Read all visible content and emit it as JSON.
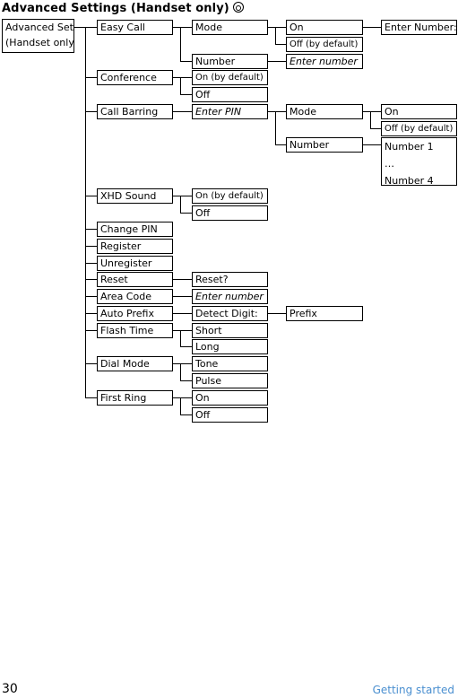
{
  "header": {
    "title": "Advanced Settings (Handset only)",
    "icon": "settings-icon"
  },
  "root": {
    "line1": "Advanced Set",
    "line2": "(Handset only)"
  },
  "easy_call": {
    "label": "Easy Call",
    "mode": "Mode",
    "on": "On",
    "enter_number_prompt": "Enter Number:",
    "off_default": "Off (by default)",
    "number": "Number",
    "enter_number": "Enter number"
  },
  "conference": {
    "label": "Conference",
    "on_default": "On (by default)",
    "off": "Off"
  },
  "call_barring": {
    "label": "Call Barring",
    "enter_pin": "Enter PIN",
    "mode": "Mode",
    "on": "On",
    "off_default": "Off (by default)",
    "number": "Number",
    "number1": "Number 1",
    "ellipsis": "…",
    "number4": "Number 4"
  },
  "xhd_sound": {
    "label": "XHD Sound",
    "on_default": "On (by default)",
    "off": "Off"
  },
  "change_pin": {
    "label": "Change PIN"
  },
  "register": {
    "label": "Register"
  },
  "unregister": {
    "label": "Unregister"
  },
  "reset": {
    "label": "Reset",
    "confirm": "Reset?"
  },
  "area_code": {
    "label": "Area Code",
    "enter_number": "Enter number"
  },
  "auto_prefix": {
    "label": "Auto Prefix",
    "detect_digit": "Detect Digit:",
    "prefix": "Prefix"
  },
  "flash_time": {
    "label": "Flash Time",
    "short": "Short",
    "long": "Long"
  },
  "dial_mode": {
    "label": "Dial Mode",
    "tone": "Tone",
    "pulse": "Pulse"
  },
  "first_ring": {
    "label": "First Ring",
    "on": "On",
    "off": "Off"
  },
  "footer": {
    "page_number": "30",
    "section": "Getting started",
    "section_color": "#4a8fd0"
  }
}
